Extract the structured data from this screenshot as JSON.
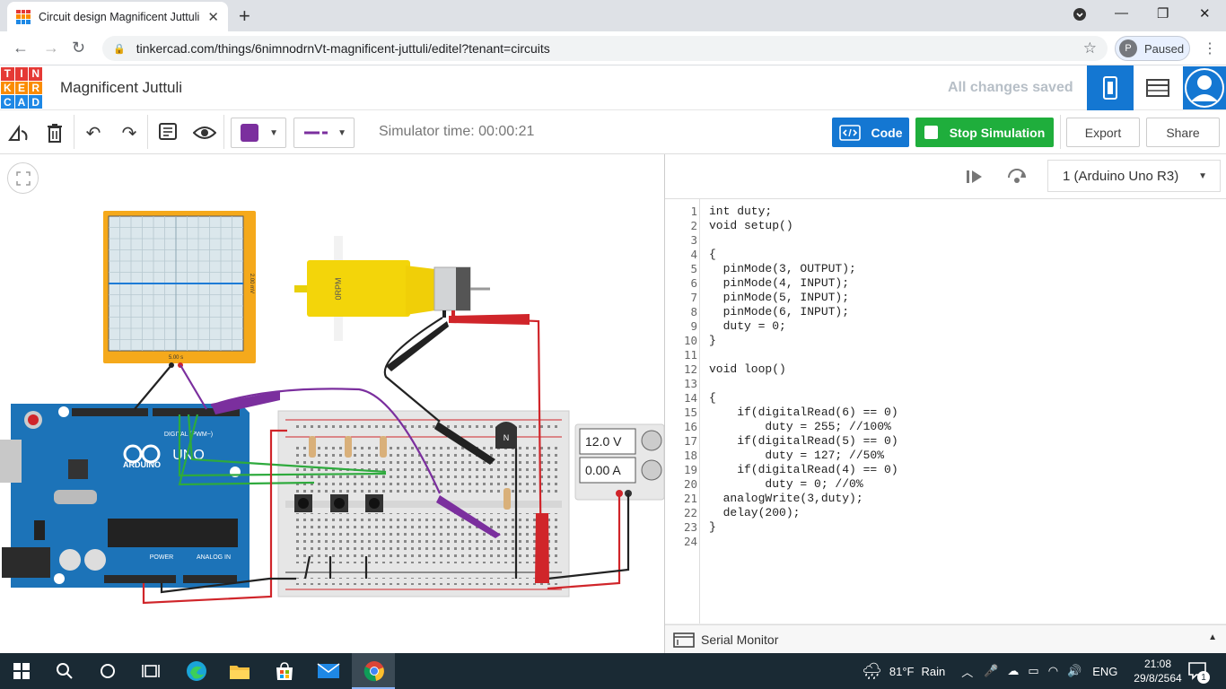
{
  "browser": {
    "tab_title": "Circuit design Magnificent Juttuli | Ti",
    "url": "tinkercad.com/things/6nimnodrnVt-magnificent-juttuli/editel?tenant=circuits",
    "profile_initial": "P",
    "profile_status": "Paused"
  },
  "app": {
    "logo_letters": [
      "T",
      "I",
      "N",
      "K",
      "E",
      "R",
      "C",
      "A",
      "D"
    ],
    "logo_colors": [
      "#e53935",
      "#e53935",
      "#e53935",
      "#fb8c00",
      "#fb8c00",
      "#fb8c00",
      "#1e88e5",
      "#1e88e5",
      "#1e88e5"
    ],
    "design_title": "Magnificent Juttuli",
    "save_status": "All changes saved"
  },
  "toolbar": {
    "simulator_time": "Simulator time: 00:00:21",
    "fill_color": "#7b2f9e",
    "line_color": "#7b2f9e",
    "code_label": "Code",
    "stop_label": "Stop Simulation",
    "export_label": "Export",
    "share_label": "Share"
  },
  "circuit": {
    "oscilloscope_time_label": "5.00 s",
    "oscilloscope_volt_label": "2.00 mV",
    "motor_label": "0RPM",
    "board_brand": "ARDUINO",
    "board_model": "UNO",
    "board_digital_label": "DIGITAL (PWM~)",
    "board_power_label": "POWER",
    "board_analog_label": "ANALOG IN",
    "transistor_label": "N",
    "power_voltage": "12.0 V",
    "power_current": "0.00 A"
  },
  "code_panel": {
    "device": "1 (Arduino Uno R3)",
    "serial_monitor_label": "Serial Monitor",
    "lines": [
      "int duty;",
      "void setup()",
      "",
      "{",
      "  pinMode(3, OUTPUT);",
      "  pinMode(4, INPUT);",
      "  pinMode(5, INPUT);",
      "  pinMode(6, INPUT);",
      "  duty = 0;",
      "}",
      "",
      "void loop()",
      "",
      "{",
      "    if(digitalRead(6) == 0)",
      "        duty = 255; //100%",
      "    if(digitalRead(5) == 0)",
      "        duty = 127; //50%",
      "    if(digitalRead(4) == 0)",
      "        duty = 0; //0%",
      "  analogWrite(3,duty);",
      "  delay(200);",
      "}",
      ""
    ]
  },
  "taskbar": {
    "weather_temp": "81°F",
    "weather_text": "Rain",
    "language": "ENG",
    "time": "21:08",
    "date": "29/8/2564",
    "notification_count": "1"
  }
}
